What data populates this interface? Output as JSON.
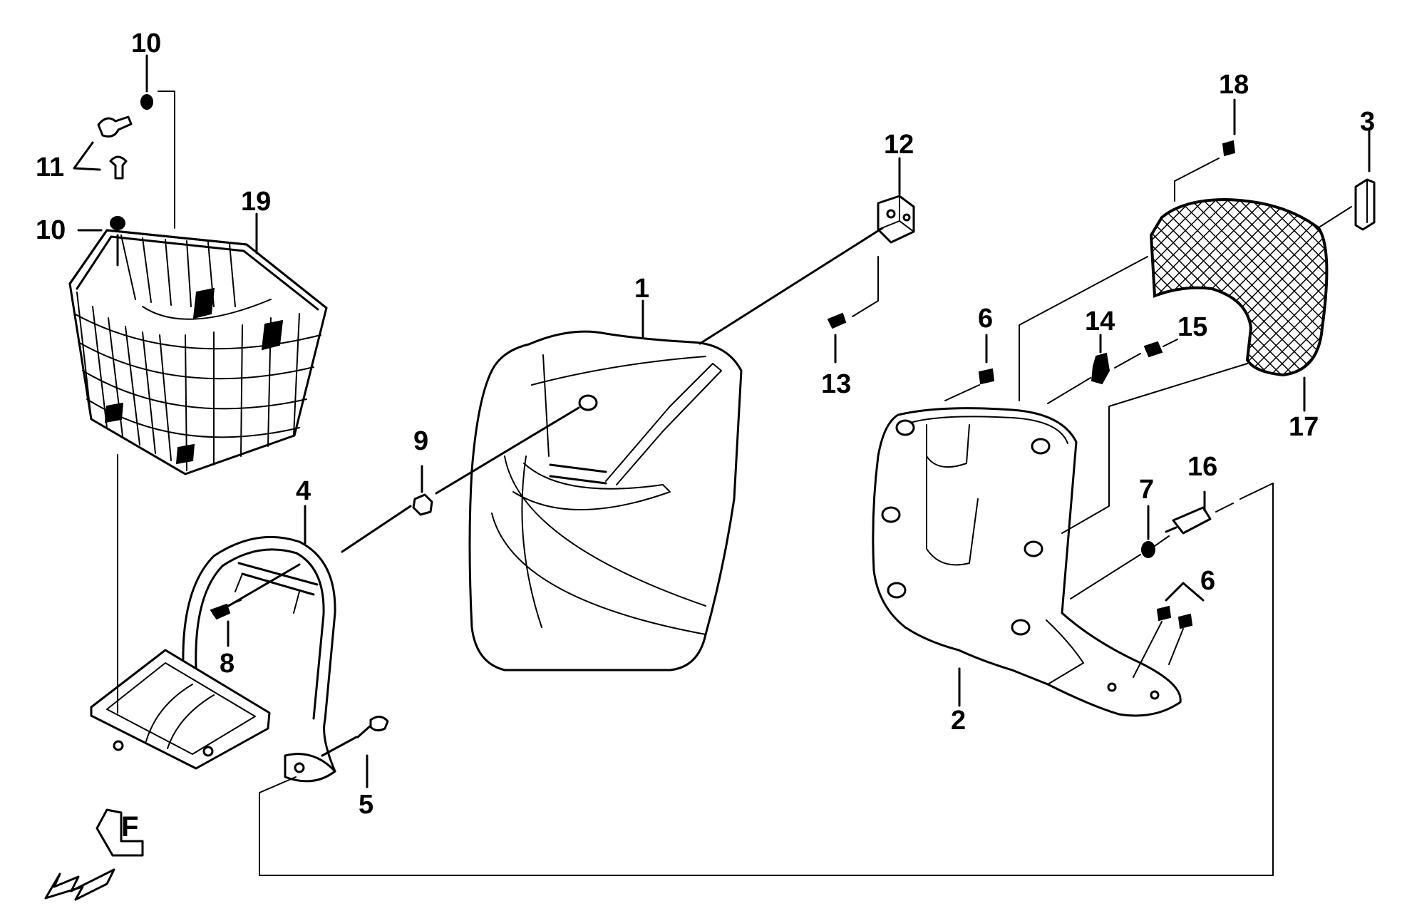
{
  "callouts": {
    "c1": "1",
    "c2": "2",
    "c3": "3",
    "c4": "4",
    "c5": "5",
    "c6a": "6",
    "c6b": "6",
    "c7": "7",
    "c8": "8",
    "c9": "9",
    "c10a": "10",
    "c10b": "10",
    "c11": "11",
    "c12": "12",
    "c13": "13",
    "c14": "14",
    "c15": "15",
    "c16": "16",
    "c17": "17",
    "c18": "18",
    "c19": "19"
  },
  "direction_marker": {
    "letter": "F"
  }
}
